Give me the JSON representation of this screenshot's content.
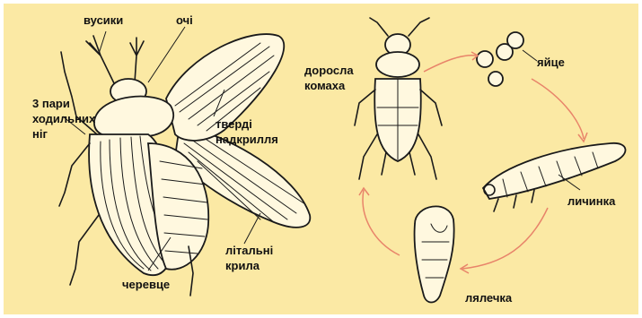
{
  "labels": {
    "antennae": "вусики",
    "eyes": "очі",
    "legs": [
      "3 пари",
      "ходильних",
      "ніг"
    ],
    "hard_wings": [
      "тверді",
      "надкрилля"
    ],
    "flying_wings": [
      "літальні",
      "крила"
    ],
    "abdomen": "черевце",
    "adult": [
      "доросла",
      "комаха"
    ],
    "egg": "яйце",
    "larva": "личинка",
    "pupa": "лялечка"
  },
  "colors": {
    "background": "#fbe9a4",
    "body_fill": "#fff8df",
    "cycle_arrow": "#e8846a",
    "ink": "#1a1a1a"
  }
}
